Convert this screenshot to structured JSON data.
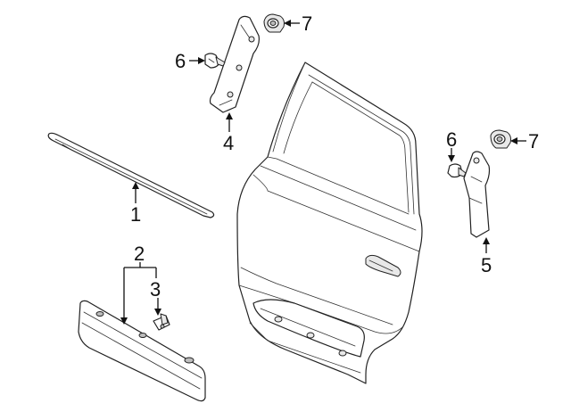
{
  "callouts": {
    "c1": "1",
    "c2": "2",
    "c3": "3",
    "c4": "4",
    "c5": "5",
    "c6a": "6",
    "c6b": "6",
    "c7a": "7",
    "c7b": "7"
  }
}
